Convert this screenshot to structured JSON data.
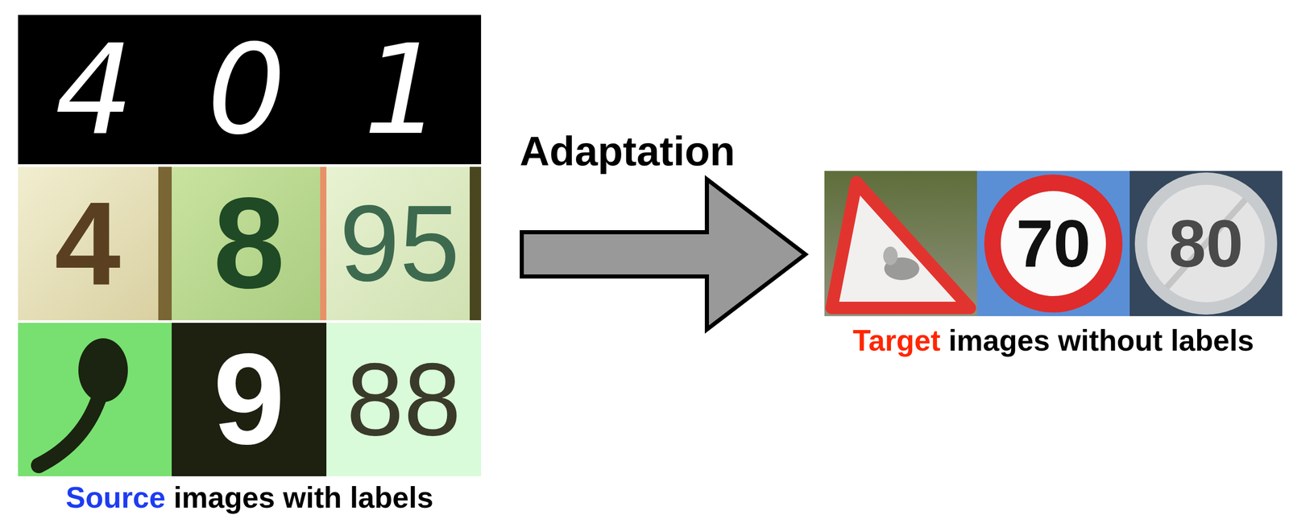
{
  "diagram": {
    "nodes": [
      {
        "text": [
          "Source images with labels"
        ]
      },
      {
        "text": [
          "Target images without labels"
        ]
      }
    ],
    "edges": [
      {
        "from": 0,
        "to": 1,
        "arrow": "to",
        "label": "Adaptation"
      }
    ],
    "labels": [
      "4",
      "0",
      "1",
      "4",
      "8",
      "95",
      "9",
      "88",
      "70",
      "80"
    ]
  }
}
